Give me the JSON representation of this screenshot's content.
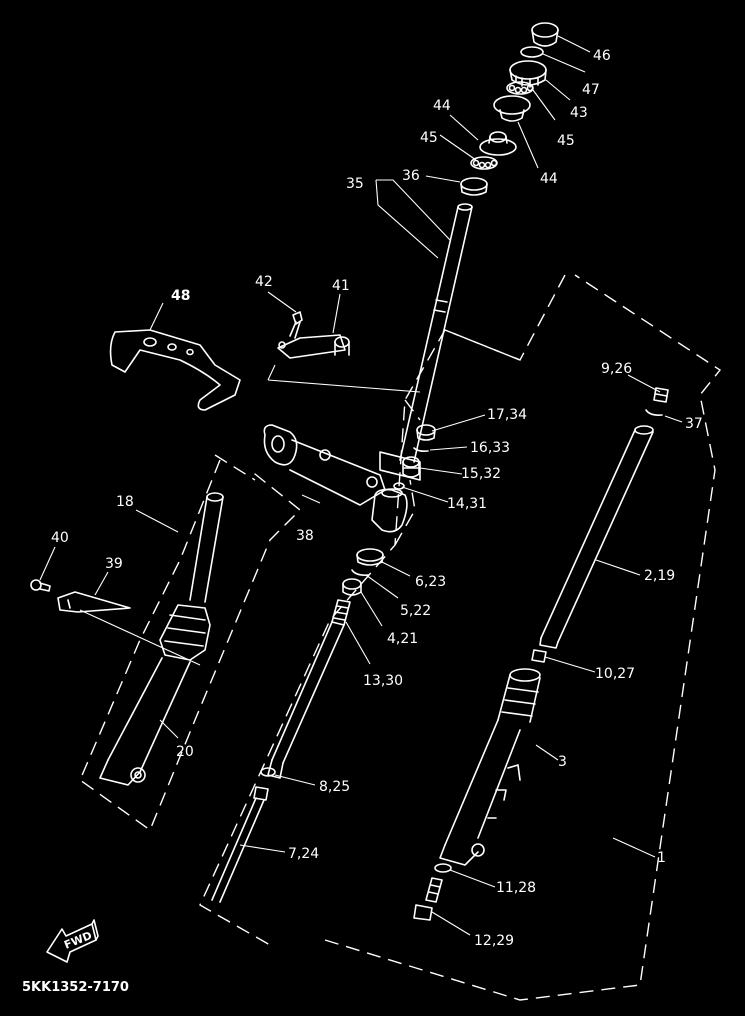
{
  "diagram": {
    "title_code": "5KK1352-7170",
    "direction_marker": "FWD",
    "colors": {
      "background": "#000000",
      "lines": "#ffffff"
    },
    "callouts": [
      {
        "id": "46",
        "label": "46"
      },
      {
        "id": "47",
        "label": "47"
      },
      {
        "id": "43",
        "label": "43"
      },
      {
        "id": "45a",
        "label": "45"
      },
      {
        "id": "44a",
        "label": "44"
      },
      {
        "id": "44b",
        "label": "44"
      },
      {
        "id": "45b",
        "label": "45"
      },
      {
        "id": "36",
        "label": "36"
      },
      {
        "id": "35",
        "label": "35"
      },
      {
        "id": "48",
        "label": "48"
      },
      {
        "id": "42",
        "label": "42"
      },
      {
        "id": "41",
        "label": "41"
      },
      {
        "id": "9_26",
        "label": "9,26"
      },
      {
        "id": "37",
        "label": "37"
      },
      {
        "id": "17_34",
        "label": "17,34"
      },
      {
        "id": "16_33",
        "label": "16,33"
      },
      {
        "id": "15_32",
        "label": "15,32"
      },
      {
        "id": "14_31",
        "label": "14,31"
      },
      {
        "id": "38",
        "label": "38"
      },
      {
        "id": "18",
        "label": "18"
      },
      {
        "id": "40",
        "label": "40"
      },
      {
        "id": "39",
        "label": "39"
      },
      {
        "id": "6_23",
        "label": "6,23"
      },
      {
        "id": "5_22",
        "label": "5,22"
      },
      {
        "id": "4_21",
        "label": "4,21"
      },
      {
        "id": "2_19",
        "label": "2,19"
      },
      {
        "id": "13_30",
        "label": "13,30"
      },
      {
        "id": "10_27",
        "label": "10,27"
      },
      {
        "id": "20",
        "label": "20"
      },
      {
        "id": "3",
        "label": "3"
      },
      {
        "id": "8_25",
        "label": "8,25"
      },
      {
        "id": "7_24",
        "label": "7,24"
      },
      {
        "id": "1",
        "label": "1"
      },
      {
        "id": "11_28",
        "label": "11,28"
      },
      {
        "id": "12_29",
        "label": "12,29"
      }
    ]
  }
}
